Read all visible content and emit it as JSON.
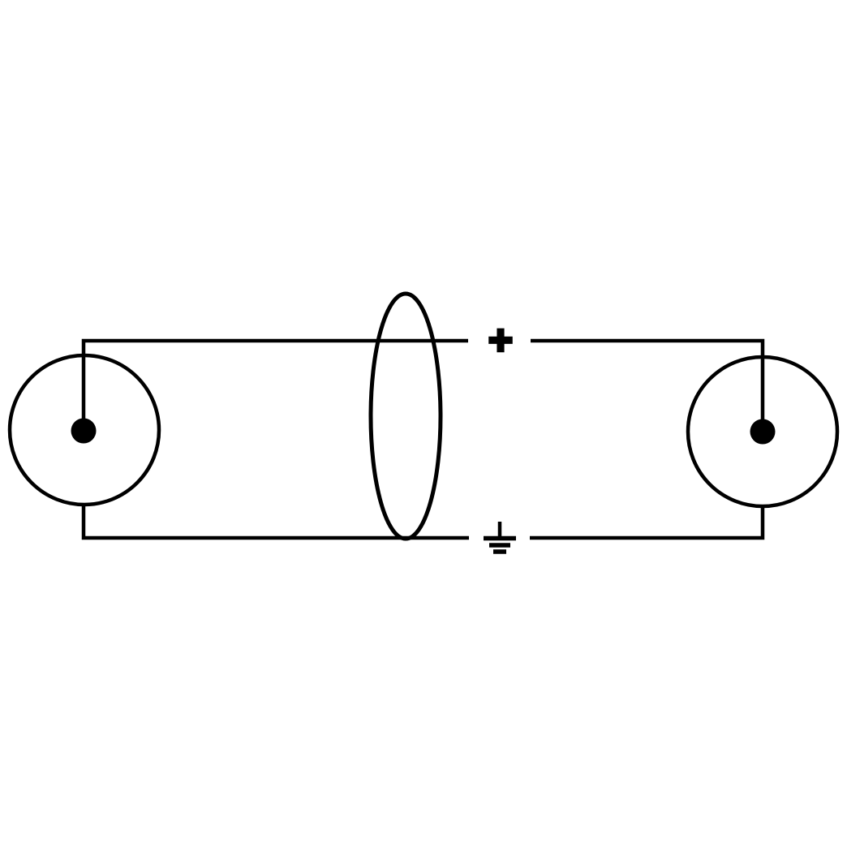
{
  "colors": {
    "line": "#000000",
    "background": "#ffffff"
  },
  "diagram": {
    "plus_label": "+",
    "description": "Cable wiring schematic: two RCA connectors joined by a top signal (+) conductor and a bottom ground/shield conductor passing through a cable-jacket ellipse",
    "icons": {
      "plus-icon": "+",
      "ground-icon": "earth ground symbol (vertical stub over three shrinking horizontal bars)",
      "rca-connector-icon": "circle with filled center-pin dot",
      "cable-jacket-icon": "tall vertical ellipse crossing both conductors"
    }
  }
}
